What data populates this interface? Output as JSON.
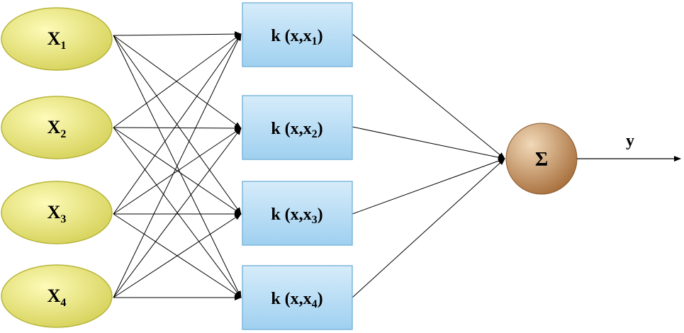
{
  "inputs": [
    {
      "base": "X",
      "sub": "1"
    },
    {
      "base": "X",
      "sub": "2"
    },
    {
      "base": "X",
      "sub": "3"
    },
    {
      "base": "X",
      "sub": "4"
    }
  ],
  "kernels": [
    {
      "prefix": "k (x,x",
      "sub": "1",
      "suffix": ")"
    },
    {
      "prefix": "k (x,x",
      "sub": "2",
      "suffix": ")"
    },
    {
      "prefix": "k (x,x",
      "sub": "3",
      "suffix": ")"
    },
    {
      "prefix": "k (x,x",
      "sub": "4",
      "suffix": ")"
    }
  ],
  "sum_node": {
    "symbol": "Σ"
  },
  "output": {
    "label": "y"
  },
  "colors": {
    "input_fill_light": "#fdfbb8",
    "input_fill_dark": "#d6d25a",
    "input_stroke": "#b8b53a",
    "kernel_fill_light": "#d6ecfa",
    "kernel_fill_dark": "#9fd0f0",
    "kernel_stroke": "#7fb7db",
    "sum_fill_light": "#f1d9b8",
    "sum_fill_dark": "#a86f3c",
    "edge": "#000000"
  }
}
